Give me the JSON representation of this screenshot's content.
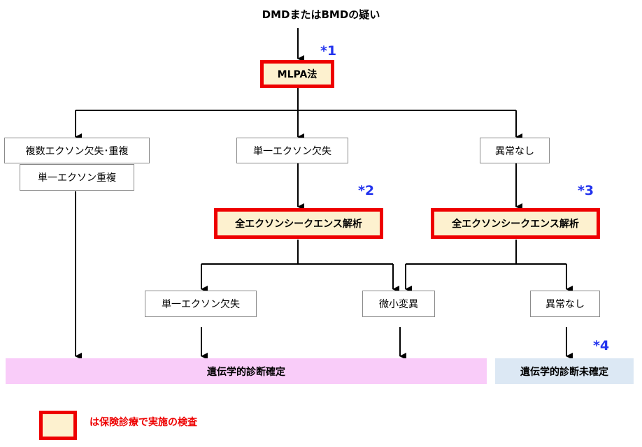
{
  "title": "DMDまたはBMDの疑い",
  "nodes": {
    "mlpa": "MLPA法",
    "multi_exon": "複数エクソン欠失･重複",
    "single_dup": "単一エクソン重複",
    "single_del": "単一エクソン欠失",
    "no_abnormal": "異常なし",
    "wes_left": "全エクソンシークエンス解析",
    "wes_right": "全エクソンシークエンス解析",
    "single_del_2": "単一エクソン欠失",
    "micro_variant": "微小変異",
    "no_abnormal_2": "異常なし"
  },
  "notes": {
    "n1": "*1",
    "n2": "*2",
    "n3": "*3",
    "n4": "*4"
  },
  "outcomes": {
    "confirmed": "遺伝学的診断確定",
    "unconfirmed": "遺伝学的診断未確定"
  },
  "legend": {
    "label": "は保険診療で実施の検査"
  },
  "colors": {
    "covered_border": "#ee0000",
    "covered_fill": "#fdf1cf",
    "note_blue": "#2233ee",
    "confirmed_band": "#f9ccf9",
    "unconfirmed_band": "#dce8f4"
  }
}
